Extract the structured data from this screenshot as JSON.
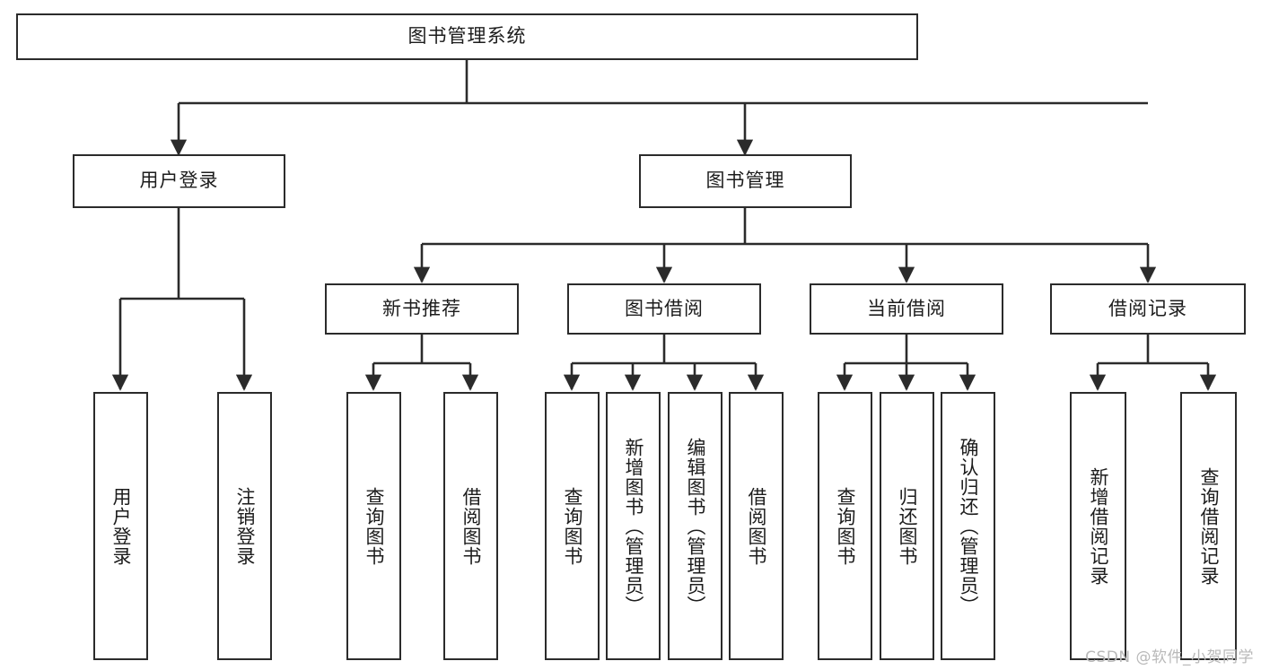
{
  "diagram": {
    "type": "tree",
    "title": "图书管理系统",
    "watermark": "CSDN @软件_小贺同学",
    "colors": {
      "stroke": "#2b2b2b",
      "box_fill": "#ffffff",
      "text": "#1c1c1c",
      "watermark": "#b9b9b9",
      "background": "#ffffff"
    },
    "nodes": {
      "root": {
        "label": "图书管理系统"
      },
      "level2": [
        {
          "id": "user-login",
          "label": "用户登录"
        },
        {
          "id": "book-manage",
          "label": "图书管理"
        }
      ],
      "level3": [
        {
          "id": "new-book-recommend",
          "label": "新书推荐"
        },
        {
          "id": "book-borrow",
          "label": "图书借阅"
        },
        {
          "id": "current-borrow",
          "label": "当前借阅"
        },
        {
          "id": "borrow-record",
          "label": "借阅记录"
        }
      ],
      "leaves": {
        "user_login": [
          {
            "id": "leaf-user-login",
            "label": "用户登录"
          },
          {
            "id": "leaf-user-logout",
            "label": "注销登录"
          }
        ],
        "new_book_recommend": [
          {
            "id": "leaf-query-book-1",
            "label": "查询图书"
          },
          {
            "id": "leaf-borrow-book-1",
            "label": "借阅图书"
          }
        ],
        "book_borrow": [
          {
            "id": "leaf-query-book-2",
            "label": "查询图书"
          },
          {
            "id": "leaf-add-book",
            "label": "新增图书（管理员）"
          },
          {
            "id": "leaf-edit-book",
            "label": "编辑图书（管理员）"
          },
          {
            "id": "leaf-borrow-book-2",
            "label": "借阅图书"
          }
        ],
        "current_borrow": [
          {
            "id": "leaf-query-book-3",
            "label": "查询图书"
          },
          {
            "id": "leaf-return-book",
            "label": "归还图书"
          },
          {
            "id": "leaf-confirm-return",
            "label": "确认归还（管理员）"
          }
        ],
        "borrow_record": [
          {
            "id": "leaf-add-record",
            "label": "新增借阅记录"
          },
          {
            "id": "leaf-query-record",
            "label": "查询借阅记录"
          }
        ]
      }
    }
  }
}
